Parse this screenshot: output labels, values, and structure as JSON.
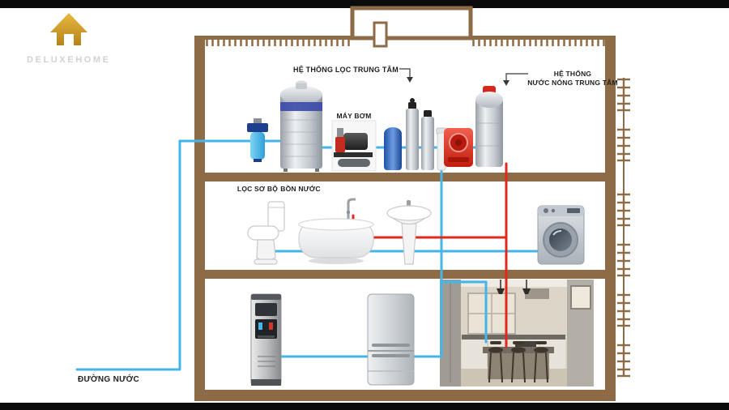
{
  "brand": {
    "name": "DELUXEHOME"
  },
  "labels": {
    "central_filter": "HỆ THỐNG LỌC TRUNG TÂM",
    "hot_water_1": "HỆ THỐNG",
    "hot_water_2": "NƯỚC NÓNG TRUNG TÂM",
    "pump": "MÁY BƠM",
    "prefilter": "LỌC SƠ BỘ",
    "water_tank": "BỒN NƯỚC",
    "water_line": "ĐƯỜNG NƯỚC"
  },
  "equipment_shown": [
    "pre-filter",
    "water-tank",
    "pump",
    "central-filtration-system",
    "heat-pump",
    "hot-water-tank",
    "toilet",
    "bathtub",
    "pedestal-sink",
    "washing-machine",
    "water-dispenser",
    "refrigerator",
    "kitchen"
  ],
  "colors": {
    "wall": "#8d6b46",
    "cold": "#45b4e8",
    "hot": "#e0291c",
    "gold": "#d8a32a",
    "brand_text": "#d2d2d2"
  }
}
